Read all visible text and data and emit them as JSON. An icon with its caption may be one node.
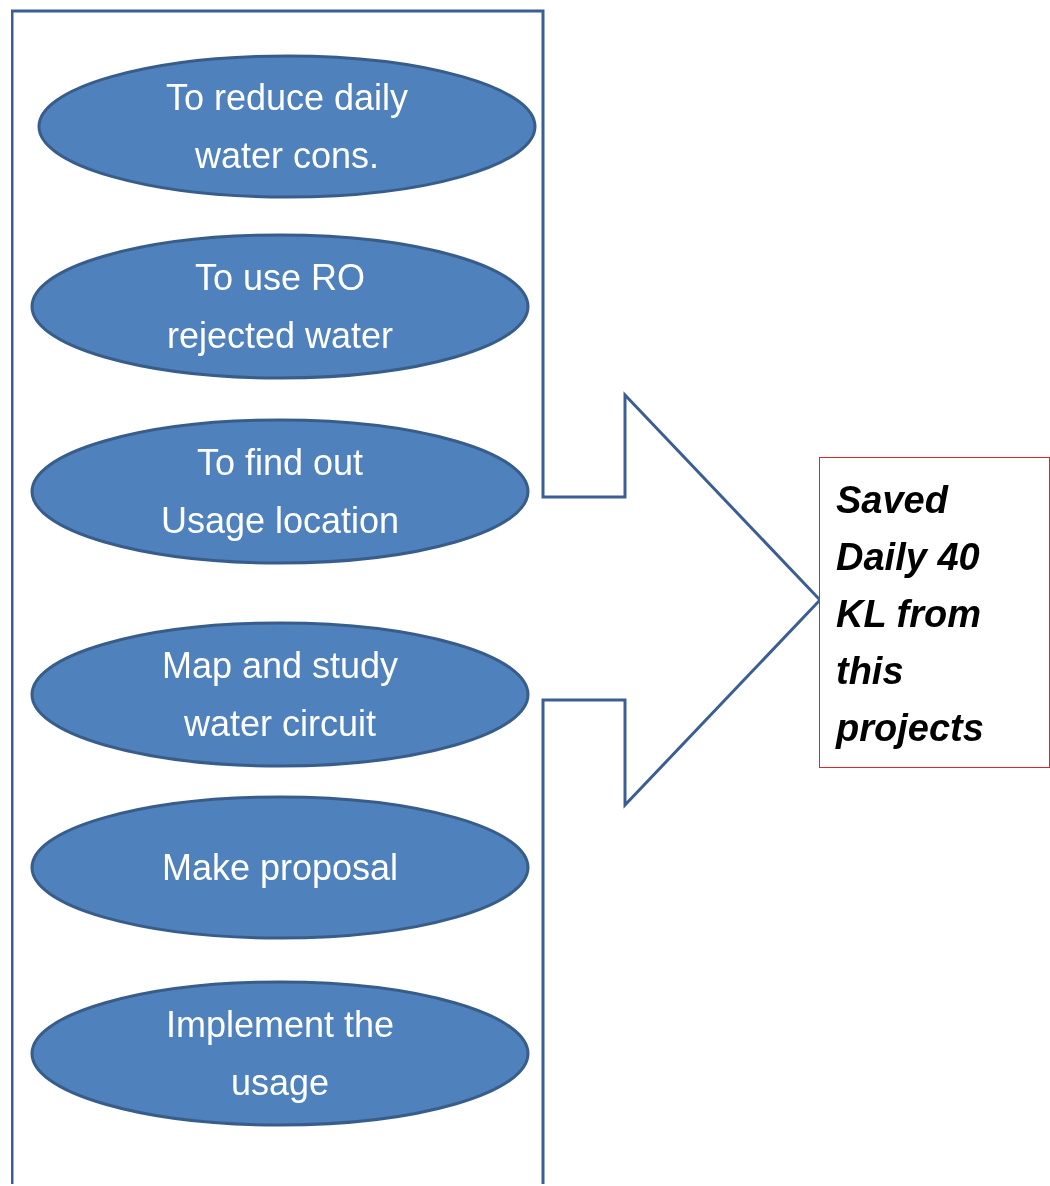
{
  "diagram": {
    "nodes": [
      {
        "text": [],
        "shape": "arrow"
      },
      {
        "text": [
          "To reduce daily water cons."
        ],
        "in": 0
      },
      {
        "text": [
          "To use RO rejected water"
        ],
        "in": 0
      },
      {
        "text": [
          "To find out Usage location"
        ],
        "in": 0
      },
      {
        "text": [
          "Map and study water circuit"
        ],
        "in": 0
      },
      {
        "text": [
          "Make proposal"
        ],
        "in": 0
      },
      {
        "text": [
          "Implement the usage"
        ],
        "in": 0
      },
      {
        "text": [
          "Saved Daily 40 KL from this projects"
        ]
      }
    ]
  }
}
